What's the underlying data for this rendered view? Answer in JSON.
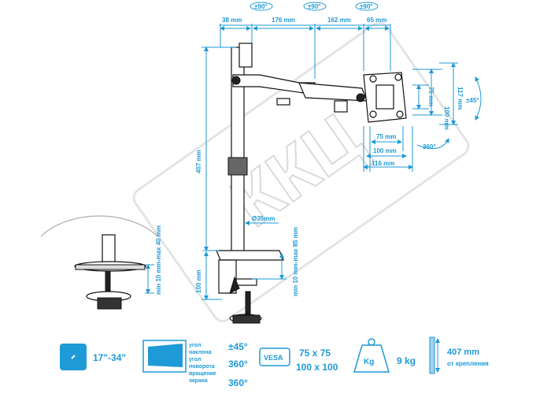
{
  "watermark": "ККЦ",
  "top": {
    "rot1": "±90°",
    "rot2": "±90°",
    "rot3": "±90°",
    "d1": "38 mm",
    "d2": "176 mm",
    "d3": "162 mm",
    "d4": "65 mm"
  },
  "head": {
    "h100": "100 mm",
    "h75": "75 mm",
    "h117": "117 mm",
    "tilt": "±45°",
    "rot": "360°",
    "w75": "75 mm",
    "w100": "100 mm",
    "w116": "116 mm"
  },
  "pole": {
    "h407": "407 mm",
    "dia": "Ø35mm",
    "h100": "100 mm",
    "clamp": "min 10 mm-max 85 mm"
  },
  "inset": {
    "clamp": "min 10 mm-max 40 mm"
  },
  "specs": {
    "screen_size": "17\"-34\"",
    "angle_labels": [
      "угол",
      "наклона",
      "угол",
      "поворота",
      "вращение",
      "экрана"
    ],
    "tilt_val": "±45°",
    "swivel_val": "360°",
    "rotate_val": "360°",
    "vesa_badge": "VESA",
    "vesa1": "75 x 75",
    "vesa2": "100 x 100",
    "kg_badge": "Kg",
    "weight": "9 kg",
    "height_val": "407 mm",
    "height_sub": "от крепления"
  },
  "colors": {
    "accent": "#1e9ad6",
    "watermark": "#c8c8c8"
  }
}
